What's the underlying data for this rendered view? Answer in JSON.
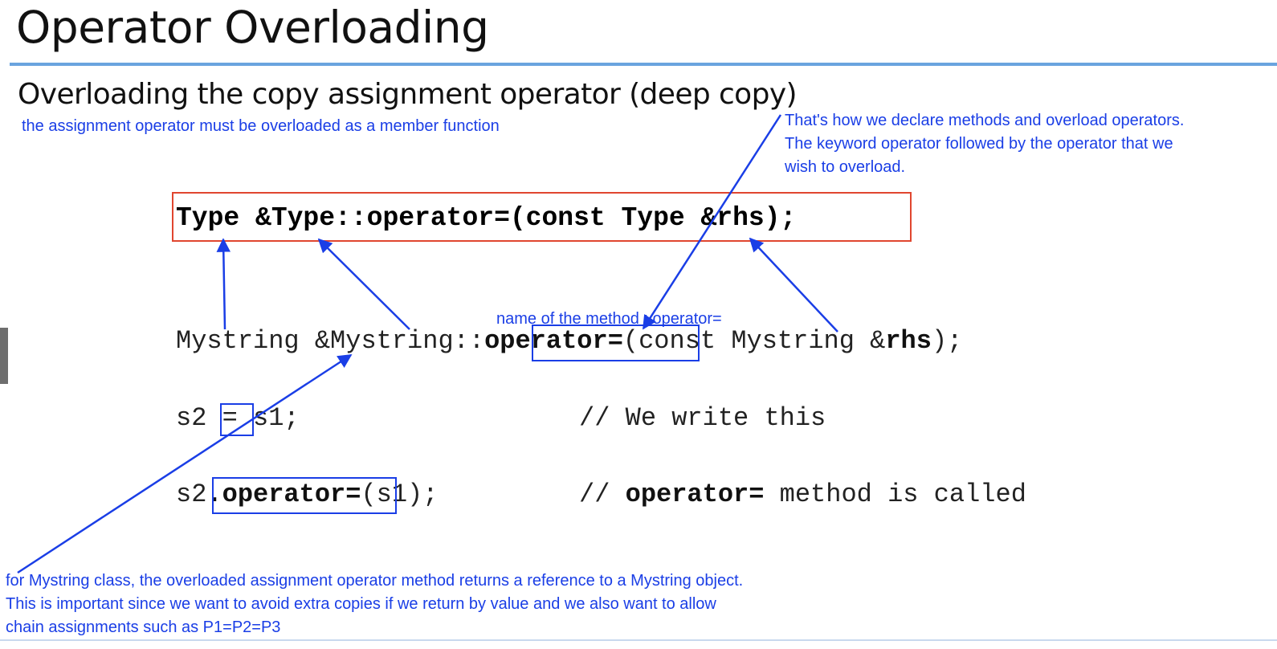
{
  "title": "Operator Overloading",
  "subtitle": "Overloading the copy assignment operator (deep copy)",
  "notes": {
    "member_function": "the assignment operator must be overloaded as a member function",
    "declare_line1": "That's how we declare methods and overload operators.",
    "declare_line2": "The keyword operator followed by the operator that we",
    "declare_line3": "wish to overload.",
    "method_name": "name of the method : operator=",
    "bottom_line1": "for Mystring class, the overloaded assignment operator method returns a reference to a Mystring object.",
    "bottom_line2": "This is important since we want to avoid extra copies if we return by value and we also want to allow",
    "bottom_line3": "chain assignments such as P1=P2=P3"
  },
  "code": {
    "general_signature": "Type &Type::operator=(const Type &rhs);",
    "mystring_prefix": "Mystring &Mystring::",
    "mystring_operator": "operator=",
    "mystring_params": "(const Mystring &",
    "mystring_rhs": "rhs",
    "mystring_end": ");",
    "line2_left": "s2 ",
    "line2_eq": "=",
    "line2_right": " s1;",
    "line2_comment": "// We write this",
    "line3_left": "s2",
    "line3_call": ".operator=",
    "line3_right": "(s1);",
    "line3_comment_prefix": "// ",
    "line3_comment_bold": "operator=",
    "line3_comment_rest": " method is called"
  },
  "colors": {
    "annotation_blue": "#1a3ee6",
    "highlight_red": "#e0462f",
    "title_rule": "#6aa4df"
  }
}
